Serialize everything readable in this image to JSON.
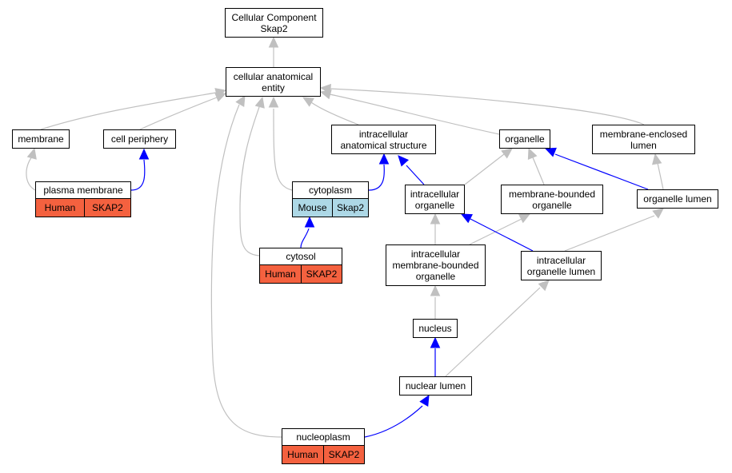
{
  "nodes": {
    "root": [
      "Cellular Component",
      "Skap2"
    ],
    "cae": [
      "cellular anatomical",
      "entity"
    ],
    "membrane": [
      "membrane"
    ],
    "cell_periphery": [
      "cell periphery"
    ],
    "ias": [
      "intracellular",
      "anatomical structure"
    ],
    "organelle": [
      "organelle"
    ],
    "mel": [
      "membrane-enclosed",
      "lumen"
    ],
    "plasma_membrane": [
      "plasma membrane"
    ],
    "cytoplasm": [
      "cytoplasm"
    ],
    "io": [
      "intracellular",
      "organelle"
    ],
    "mbo": [
      "membrane-bounded",
      "organelle"
    ],
    "ol": [
      "organelle lumen"
    ],
    "cytosol": [
      "cytosol"
    ],
    "imbo": [
      "intracellular",
      "membrane-bounded",
      "organelle"
    ],
    "iol": [
      "intracellular",
      "organelle lumen"
    ],
    "nucleus": [
      "nucleus"
    ],
    "nuclear_lumen": [
      "nuclear lumen"
    ],
    "nucleoplasm": [
      "nucleoplasm"
    ]
  },
  "annotations": {
    "plasma_membrane": [
      "Human",
      "SKAP2"
    ],
    "cytoplasm": [
      "Mouse",
      "Skap2"
    ],
    "cytosol": [
      "Human",
      "SKAP2"
    ],
    "nucleoplasm": [
      "Human",
      "SKAP2"
    ]
  },
  "colors": {
    "human_cell": "#f4613f",
    "mouse_cell": "#add8e6",
    "edge_gray": "#c0c0c0",
    "edge_blue": "#0000ff"
  }
}
